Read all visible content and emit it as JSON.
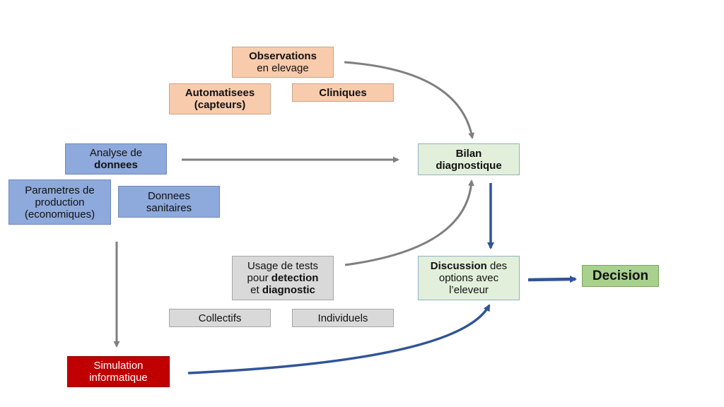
{
  "observations": {
    "bold": "Observations",
    "line2": "en elevage"
  },
  "automatisees": {
    "line1": "Automatisees",
    "line2": "(capteurs)"
  },
  "cliniques": {
    "label": "Cliniques"
  },
  "analyse": {
    "line1": "Analyse de",
    "bold": "donnees"
  },
  "parametres": {
    "line1": "Parametres de",
    "line2": "production",
    "line3": "(economiques)"
  },
  "donnees_sanitaires": {
    "line1": "Donnees",
    "line2": "sanitaires"
  },
  "bilan": {
    "line1": "Bilan",
    "line2": "diagnostique"
  },
  "usage": {
    "line1": "Usage de tests",
    "line2_pre": "pour ",
    "line2_bold": "detection",
    "line3_pre": "et ",
    "line3_bold": "diagnostic"
  },
  "collectifs": {
    "label": "Collectifs"
  },
  "individuels": {
    "label": "Individuels"
  },
  "discussion": {
    "bold": "Discussion",
    "line1_rest": " des",
    "line2": "options avec",
    "line3": "l’eleveur"
  },
  "decision": {
    "label": "Decision"
  },
  "simulation": {
    "line1": "Simulation",
    "line2": "informatique"
  },
  "colors": {
    "gray_arrow": "#7f7f7f",
    "blue_arrow": "#2f5597",
    "orange": "#f8cbad",
    "blue": "#8ea9db",
    "gray": "#d9d9d9",
    "light_green": "#e2efda",
    "green": "#a9d18e",
    "red": "#c00000"
  }
}
